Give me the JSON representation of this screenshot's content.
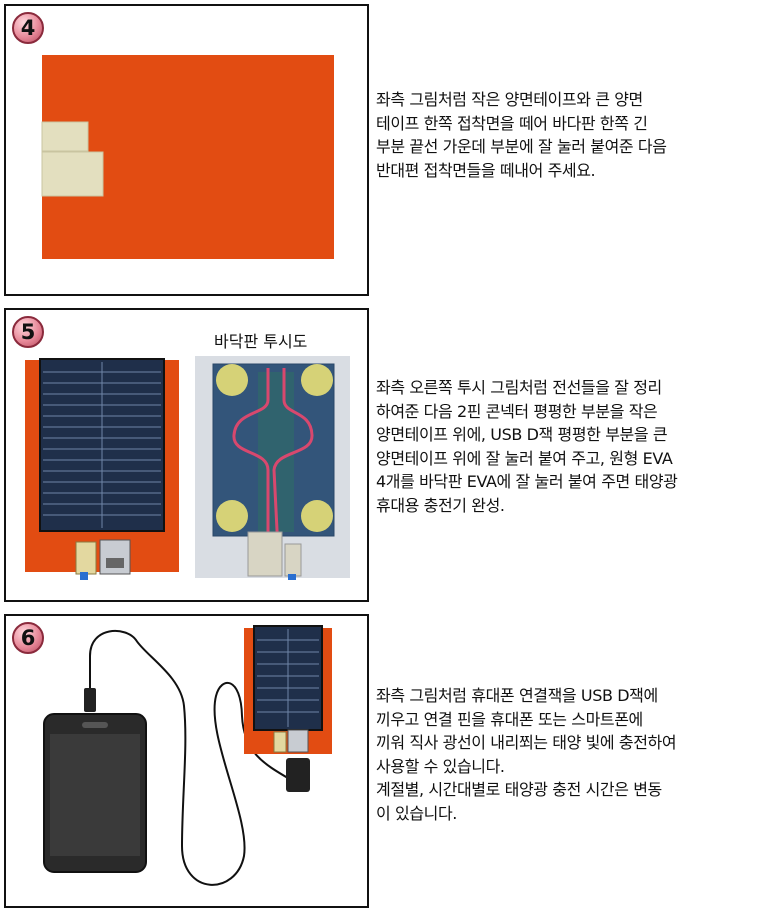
{
  "steps": [
    {
      "number": "4",
      "text": "좌측 그림처럼 작은 양면테이프와 큰 양면\n테이프 한쪽 접착면을 떼어 바다판 한쪽 긴\n부분 끝선 가운데 부분에 잘 눌러 붙여준 다음\n반대편 접착면들을 떼내어 주세요."
    },
    {
      "number": "5",
      "caption": "바닥판 투시도",
      "text": "좌측 오른쪽 투시 그림처럼 전선들을 잘 정리\n하여준 다음 2핀 콘넥터 평평한 부분을 작은\n양면테이프 위에, USB D잭 평평한 부분을 큰\n양면테이프 위에 잘 눌러 붙여 주고, 원형 EVA\n4개를 바닥판 EVA에 잘 눌러 붙여 주면 태양광\n휴대용 충전기 완성."
    },
    {
      "number": "6",
      "text": "좌측 그림처럼 휴대폰 연결잭을 USB D잭에\n끼우고 연결 핀을 휴대폰 또는 스마트폰에\n끼워 직사 광선이 내리쬐는 태양 빛에 충전하여\n사용할 수 있습니다.\n계절별, 시간대별로 태양광 충전 시간은 변동\n이 있습니다."
    }
  ],
  "colors": {
    "eva_orange": "#e24c12",
    "tape": "#e3dfbf",
    "solar_blue": "#233654",
    "base_blue": "#33557a",
    "pad_yellow": "#d6d277",
    "wire_pink": "#d8486e"
  }
}
